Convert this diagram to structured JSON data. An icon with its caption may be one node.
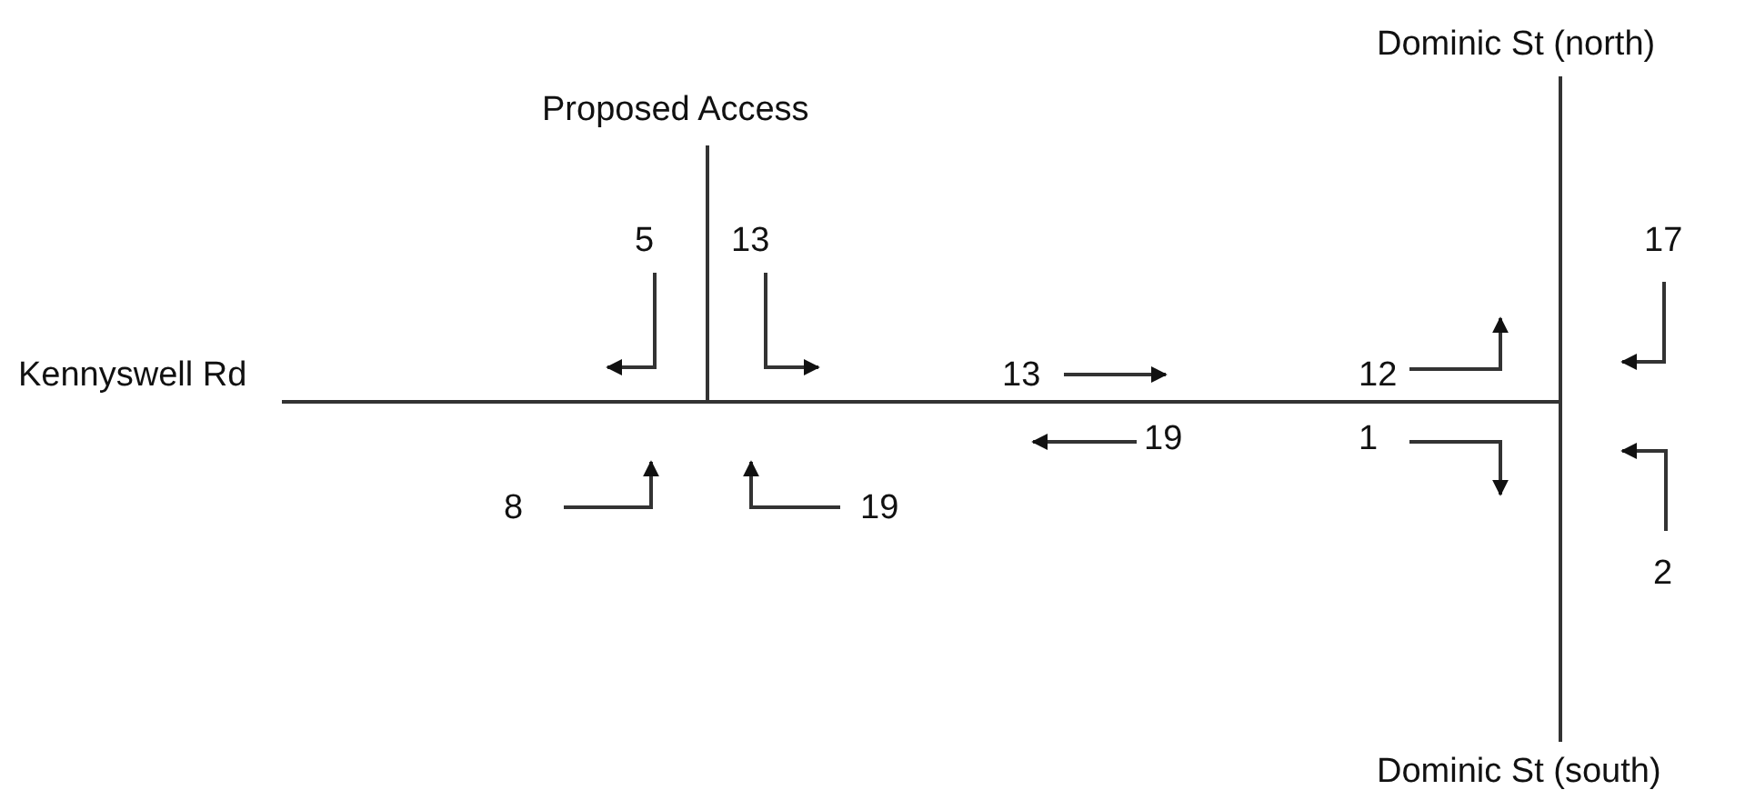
{
  "diagram": {
    "labels": [
      "Dominic St (north)",
      "Proposed Access",
      "5",
      "13",
      "17",
      "Kennyswell Rd",
      "13",
      "12",
      "19",
      "1",
      "8",
      "19",
      "2",
      "Dominic St (south)"
    ]
  }
}
